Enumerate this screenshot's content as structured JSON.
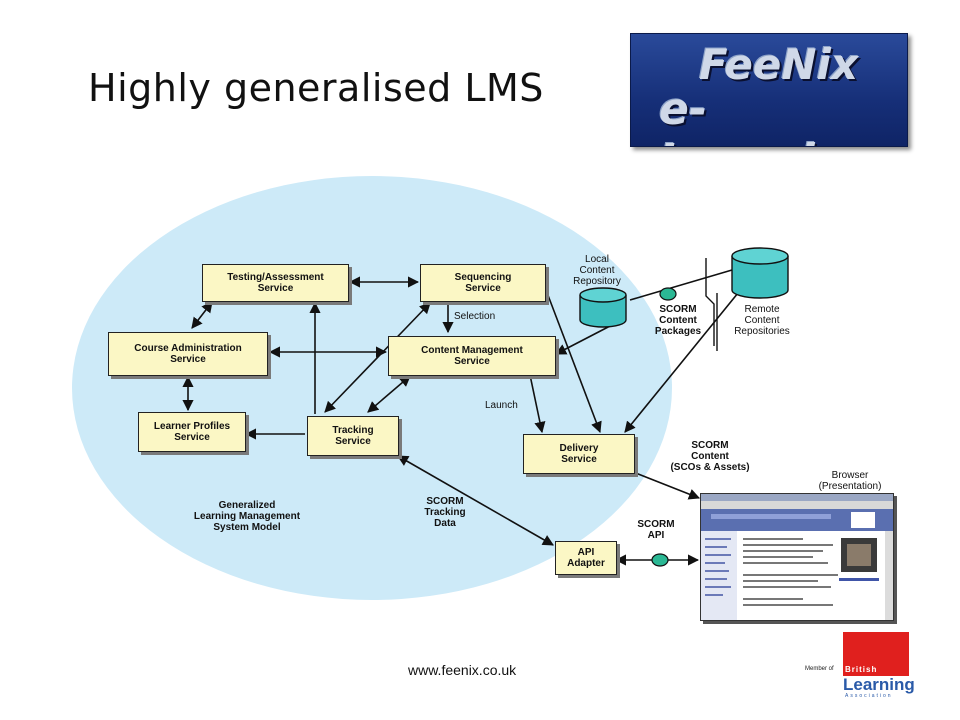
{
  "slide": {
    "title": "Highly generalised LMS",
    "footer_url": "www.feenix.co.uk"
  },
  "logo": {
    "line1": "FeeNix",
    "line2": "e-Learning"
  },
  "badge": {
    "member_of": "Member of",
    "british": "British",
    "learning": "Learning",
    "association": "Association"
  },
  "diagram": {
    "nodes": {
      "testing": "Testing/Assessment\nService",
      "sequencing": "Sequencing\nService",
      "course_admin": "Course Administration\nService",
      "content_mgmt": "Content Management\nService",
      "learner_profiles": "Learner Profiles\nService",
      "tracking": "Tracking\nService",
      "delivery": "Delivery\nService",
      "api_adapter": "API\nAdapter"
    },
    "labels": {
      "selection": "Selection",
      "launch": "Launch",
      "model_name": "Generalized\nLearning Management\nSystem Model",
      "local_repo": "Local\nContent\nRepository",
      "scorm_packages": "SCORM\nContent\nPackages",
      "remote_repos": "Remote\nContent\nRepositories",
      "scorm_content": "SCORM\nContent\n(SCOs & Assets)",
      "browser": "Browser\n(Presentation)",
      "scorm_tracking": "SCORM\nTracking\nData",
      "scorm_api": "SCORM\nAPI"
    }
  }
}
